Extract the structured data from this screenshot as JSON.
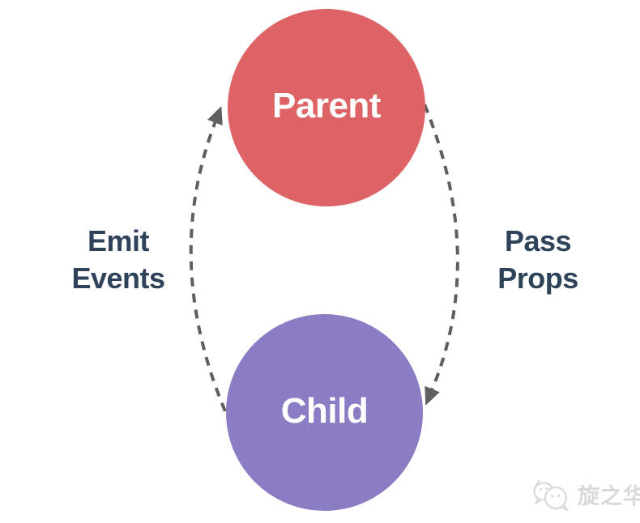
{
  "diagram": {
    "type": "cycle-diagram",
    "nodes": [
      {
        "id": "parent",
        "label": "Parent",
        "color": "#DD6366",
        "label_color": "#FFFFFF"
      },
      {
        "id": "child",
        "label": "Child",
        "color": "#8B7CC4",
        "label_color": "#FFFFFF"
      }
    ],
    "edges": [
      {
        "id": "emit-events",
        "from": "child",
        "to": "parent",
        "label": "Emit Events",
        "lines": [
          "Emit",
          "Events"
        ],
        "side": "left",
        "style": "dashed",
        "arrow": "to"
      },
      {
        "id": "pass-props",
        "from": "parent",
        "to": "child",
        "label": "Pass Props",
        "lines": [
          "Pass",
          "Props"
        ],
        "side": "right",
        "style": "dashed",
        "arrow": "to"
      }
    ],
    "styles": {
      "background": "#FFFFFF",
      "edge_color": "#5F5F5F",
      "edge_label_color": "#2E4259"
    },
    "watermark": {
      "icon": "wechat-logo-icon",
      "text": "旋之华",
      "color": "#D9D9D9"
    }
  }
}
